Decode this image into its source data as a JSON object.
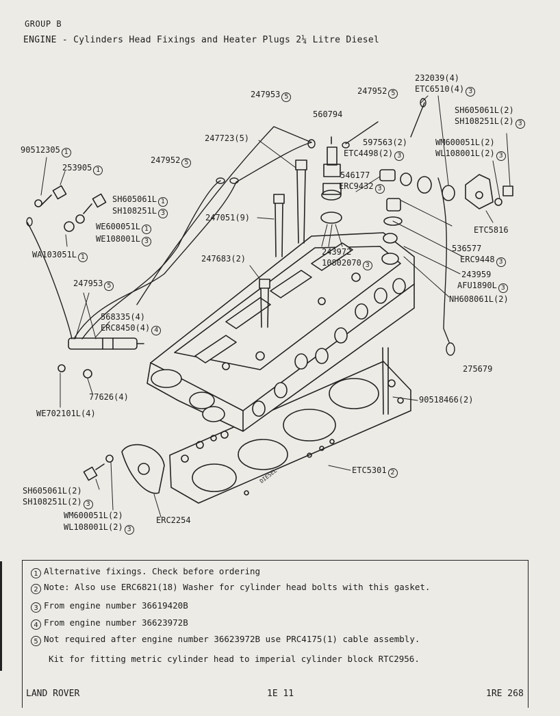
{
  "header": {
    "group": "GROUP B",
    "title": "ENGINE - Cylinders Head Fixings and Heater Plugs 2¼ Litre Diesel"
  },
  "labels": {
    "p232039": "232039(4)",
    "etc6510": "ETC6510(4)",
    "p247953_top": "247953",
    "p247952_top": "247952",
    "sh605061_tr": "SH605061L(2)",
    "sh108251_tr": "SH108251L(2)",
    "p560794": "560794",
    "p597563": "597563(2)",
    "etc4498": "ETC4498(2)",
    "wm600051_tr": "WM600051L(2)",
    "wl108001_tr": "WL108001L(2)",
    "p247723": "247723(5)",
    "p546177": "546177",
    "erc9432": "ERC9432",
    "p90512305": "90512305",
    "p253905": "253905",
    "p247952_l": "247952",
    "sh605061_l": "SH605061L",
    "sh108251_l": "SH108251L",
    "etc5816": "ETC5816",
    "p247051": "247051(9)",
    "we600051": "WE600051L",
    "we108001": "WE108001L",
    "p536577": "536577",
    "erc9448": "ERC9448",
    "wa103051": "WA103051L",
    "p247683": "247683(2)",
    "p243972": "243972",
    "p10802070": "10802070",
    "p243959": "243959",
    "afu1890": "AFU1890L",
    "nh608061": "NH608061L(2)",
    "p247953_l": "247953",
    "p568335": "568335(4)",
    "erc8450": "ERC8450(4)",
    "p275679": "275679",
    "we702101": "WE702101L(4)",
    "p77626": "77626(4)",
    "p90518466": "90518466(2)",
    "etc5301": "ETC5301",
    "sh605061_b": "SH605061L(2)",
    "sh108251_b": "SH108251L(2)",
    "wm600051_b": "WM600051L(2)",
    "wl108001_b": "WL108001L(2)",
    "erc2254": "ERC2254",
    "engine_text": "DIESEL"
  },
  "circles": {
    "n1": "1",
    "n2": "2",
    "n3": "3",
    "n4": "4",
    "n5": "5"
  },
  "notes": {
    "note1": "Alternative fixings.  Check before ordering",
    "note2": "Note: Also use ERC6821(18) Washer for cylinder head bolts with this gasket.",
    "note3": "From engine number 36619420B",
    "note4": "From engine number 36623972B",
    "note5": "Not required after engine number 36623972B use PRC4175(1) cable assembly.",
    "kit": "Kit for fitting metric cylinder head to imperial cylinder block RTC2956."
  },
  "footer": {
    "left": "LAND ROVER",
    "center": "1E 11",
    "right": "1RE 268"
  },
  "colors": {
    "paper": "#ecebe6",
    "ink": "#1c1c1c"
  }
}
